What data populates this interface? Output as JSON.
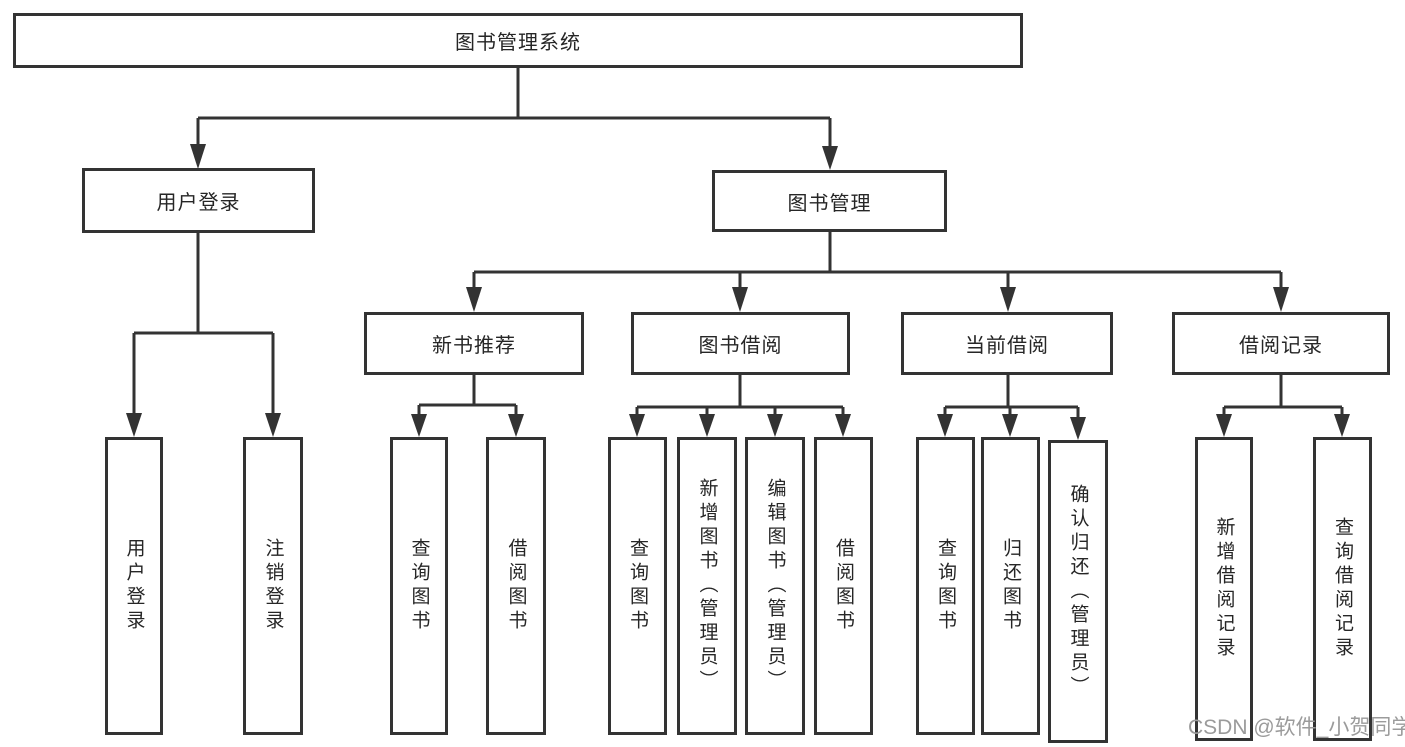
{
  "diagram": {
    "type": "hierarchy-tree",
    "title": "图书管理系统",
    "colors": {
      "line": "#333333",
      "box_border": "#333333",
      "text": "#262626",
      "watermark": "#9b9b9b",
      "background": "#ffffff"
    },
    "nodes": {
      "root": "图书管理系统",
      "user_login": "用户登录",
      "book_management": "图书管理",
      "new_book_recommend": "新书推荐",
      "book_borrow": "图书借阅",
      "current_borrow": "当前借阅",
      "borrow_records": "借阅记录",
      "leaf_user_login": "用户登录",
      "leaf_logout": "注销登录",
      "leaf_nb_query": "查询图书",
      "leaf_nb_borrow": "借阅图书",
      "leaf_bb_query": "查询图书",
      "leaf_bb_add": "新增图书（管理员）",
      "leaf_bb_edit": "编辑图书（管理员）",
      "leaf_bb_borrow": "借阅图书",
      "leaf_cb_query": "查询图书",
      "leaf_cb_return": "归还图书",
      "leaf_cb_confirm": "确认归还（管理员）",
      "leaf_br_add": "新增借阅记录",
      "leaf_br_query": "查询借阅记录"
    },
    "watermark": "CSDN @软件_小贺同学"
  }
}
